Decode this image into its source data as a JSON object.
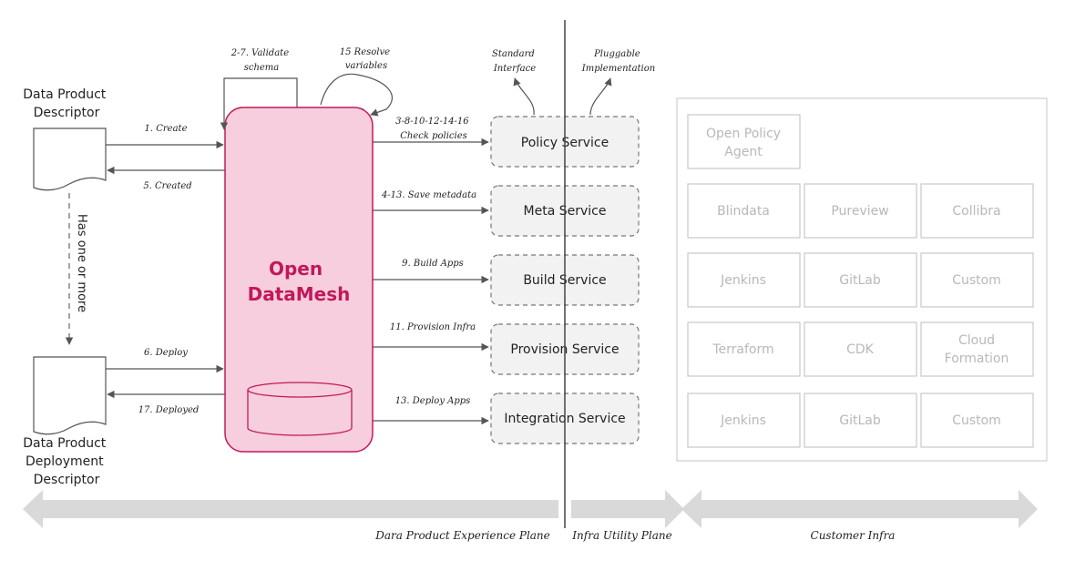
{
  "actors": {
    "descriptor": [
      "Data Product",
      "Descriptor"
    ],
    "deployment_descriptor": [
      "Data Product",
      "Deployment",
      "Descriptor"
    ],
    "relation": "Has one or more"
  },
  "core": {
    "title_line1": "Open",
    "title_line2": "DataMesh",
    "color": "#c2185b",
    "fill": "#f6cedd"
  },
  "self_loops": {
    "validate": [
      "2-7. Validate",
      "schema"
    ],
    "resolve": [
      "15 Resolve",
      "variables"
    ]
  },
  "descriptor_flows": [
    {
      "label": "1. Create"
    },
    {
      "label": "5. Created"
    },
    {
      "label": "6. Deploy"
    },
    {
      "label": "17. Deployed"
    }
  ],
  "interface_notes": {
    "standard": [
      "Standard",
      "Interface"
    ],
    "pluggable": [
      "Pluggable",
      "Implementation"
    ]
  },
  "services": [
    {
      "name": "Policy Service",
      "call": [
        "3-8-10-12-14-16",
        "Check policies"
      ]
    },
    {
      "name": "Meta Service",
      "call": [
        "4-13. Save metadata"
      ]
    },
    {
      "name": "Build Service",
      "call": [
        "9. Build Apps"
      ]
    },
    {
      "name": "Provision Service",
      "call": [
        "11. Provision Infra"
      ]
    },
    {
      "name": "Integration Service",
      "call": [
        "13. Deploy Apps"
      ]
    }
  ],
  "customer_infra": [
    [
      "Open Policy\nAgent"
    ],
    [
      "Blindata",
      "Pureview",
      "Collibra"
    ],
    [
      "Jenkins",
      "GitLab",
      "Custom"
    ],
    [
      "Terraform",
      "CDK",
      "Cloud\nFormation"
    ],
    [
      "Jenkins",
      "GitLab",
      "Custom"
    ]
  ],
  "planes": [
    {
      "label": "Dara Product Experience Plane"
    },
    {
      "label": "Infra Utility Plane"
    },
    {
      "label": "Customer Infra"
    }
  ]
}
